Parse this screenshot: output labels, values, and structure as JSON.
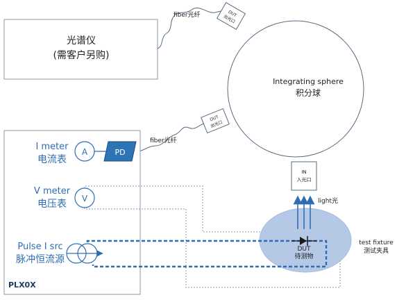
{
  "spectrometer": {
    "line1": "光谱仪",
    "line2": "(需客户另购)"
  },
  "fiber_top": "fiber光纤",
  "fiber_mid": "fiber光纤",
  "port_top": {
    "line1": "DUT",
    "line2": "出光口"
  },
  "port_mid": {
    "line1": "DUT",
    "line2": "出光口"
  },
  "port_in": {
    "line1": "IN",
    "line2": "入光口"
  },
  "sphere": {
    "line1": "Integrating sphere",
    "line2": "积分球"
  },
  "i_meter": {
    "line1": "I meter",
    "line2": "电流表",
    "symbol": "A"
  },
  "pd_label": "PD",
  "v_meter": {
    "line1": "V meter",
    "line2": "电压表",
    "symbol": "V"
  },
  "pulse_src": {
    "line1": "Pulse I src",
    "line2": "脉冲恒流源"
  },
  "device_name": "PLX0X",
  "light_label": "light光",
  "dut": {
    "line1": "DUT",
    "line2": "待测物"
  },
  "fixture": {
    "line1": "test fixture",
    "line2": "测试夹具"
  },
  "colors": {
    "blue": "#2e6db4",
    "fixture_fill": "#b5c8e6",
    "pd_fill": "#2e74b5",
    "line": "#7f8c9d"
  }
}
